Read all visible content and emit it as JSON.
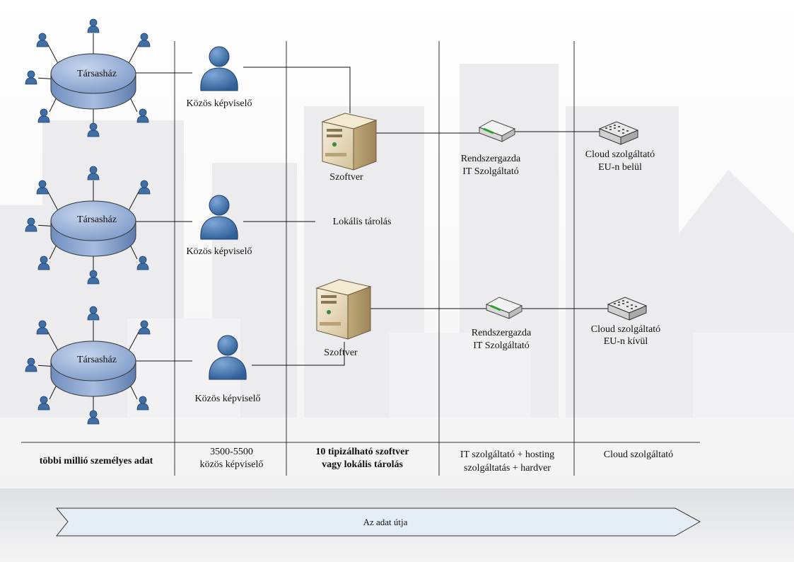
{
  "columns": {
    "col1": "többi millió személyes adat",
    "col2": [
      "3500-5500",
      "közös képviselő"
    ],
    "col3": [
      "10 tipizálható szoftver",
      "vagy lokális tárolás"
    ],
    "col4": [
      "IT szolgáltató  + hosting",
      "szolgáltatás + hardver"
    ],
    "col5": "Cloud szolgáltató"
  },
  "rows": [
    {
      "building": "Társasház",
      "manager": "Közös képviselő",
      "storage": "Szoftver",
      "it": [
        "Rendszergazda",
        "IT Szolgáltató"
      ],
      "cloud": [
        "Cloud szolgáltató",
        "EU-n belül"
      ]
    },
    {
      "building": "Társasház",
      "manager": "Közös képviselő",
      "storage": "Lokális tárolás"
    },
    {
      "building": "Társasház",
      "manager": "Közös képviselő",
      "storage": "Szoftver",
      "it": [
        "Rendszergazda",
        "IT Szolgáltató"
      ],
      "cloud": [
        "Cloud szolgáltató",
        "EU-n kívül"
      ]
    }
  ],
  "arrow_label": "Az adat útja",
  "colors": {
    "disk_fill": "#9fb7dc",
    "person": "#3f6fa6",
    "arrow_fill": "#e4ecf6",
    "band": "#e9eaec"
  },
  "icons": [
    "person-icon",
    "server-icon",
    "router-icon",
    "switch-icon",
    "database-icon"
  ]
}
